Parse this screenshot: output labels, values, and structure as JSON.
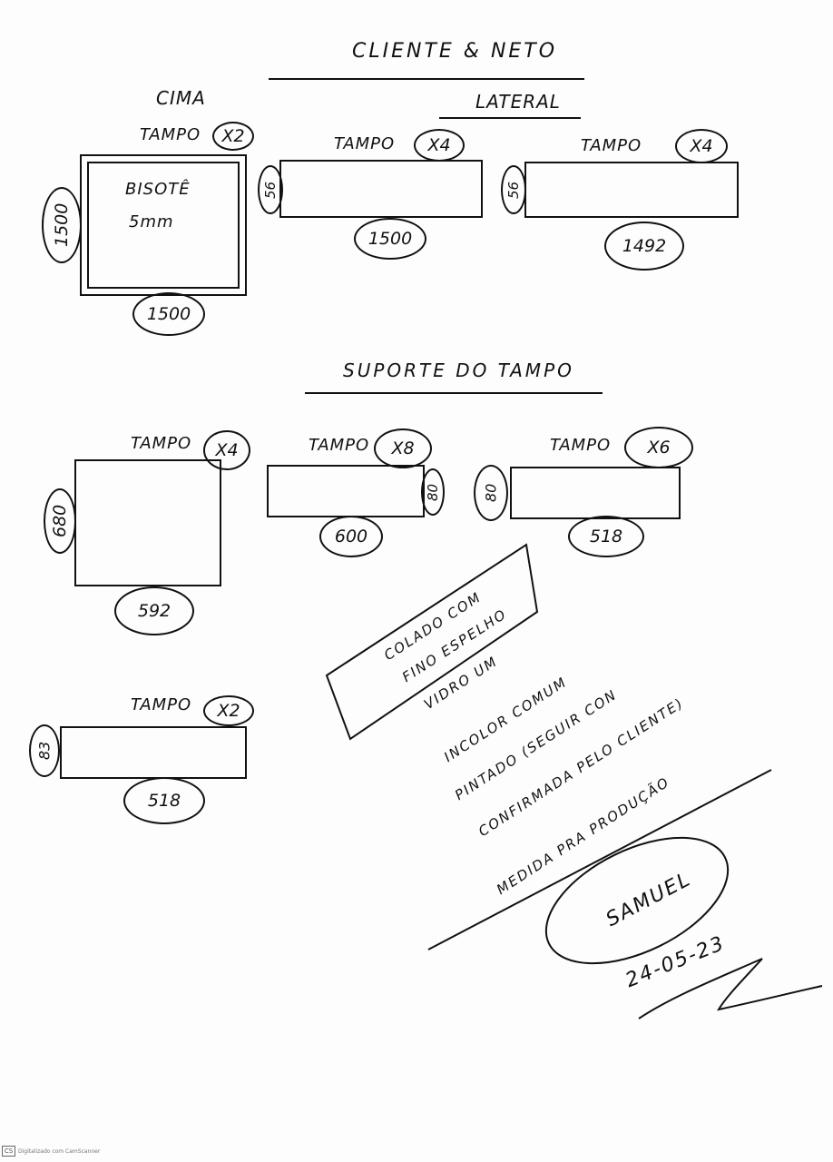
{
  "header": {
    "title": "CLIENTE & NETO",
    "section_top": "CIMA",
    "section_side": "LATERAL",
    "section_support": "SUPORTE DO TAMPO"
  },
  "top_pieces": {
    "cima": {
      "label": "TAMPO",
      "qty": "X2",
      "inner1": "BISOTÊ",
      "inner2": "5mm",
      "height": "1500",
      "width": "1500"
    },
    "lateral_a": {
      "label": "TAMPO",
      "qty": "X4",
      "height": "56",
      "width": "1500"
    },
    "lateral_b": {
      "label": "TAMPO",
      "qty": "X4",
      "height": "56",
      "width": "1492"
    }
  },
  "support_pieces": {
    "a": {
      "label": "TAMPO",
      "qty": "X4",
      "height": "680",
      "width": "592"
    },
    "b": {
      "label": "TAMPO",
      "qty": "X8",
      "height": "80",
      "width": "600"
    },
    "c": {
      "label": "TAMPO",
      "qty": "X6",
      "height": "80",
      "width": "518"
    },
    "d": {
      "label": "TAMPO",
      "qty": "X2",
      "height": "83",
      "width": "518"
    }
  },
  "notes": {
    "box_line1": "COLADO COM",
    "box_line2": "FINO ESPELHO",
    "line1": "VIDRO UM",
    "line2": "INCOLOR COMUM",
    "line3": "PINTADO (SEGUIR CON",
    "line4": "CONFIRMADA PELO CLIENTE)",
    "line5": "MEDIDA PRA PRODUÇÃO",
    "signature": "SAMUEL",
    "date": "24-05-23"
  },
  "footer": {
    "scanner": "CS",
    "scanned_with": "Digitalizado com CamScanner"
  }
}
